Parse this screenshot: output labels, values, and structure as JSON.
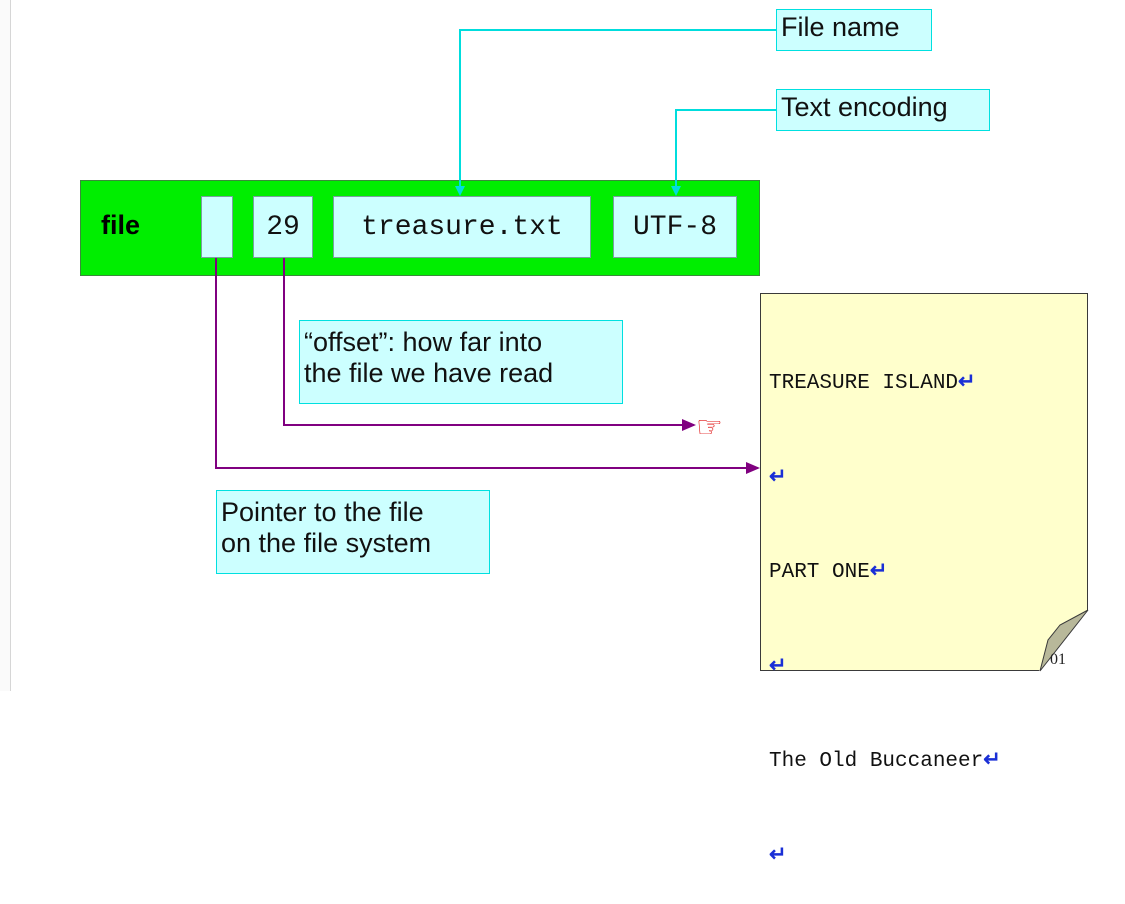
{
  "file_object": {
    "label": "file",
    "offset_value": "29",
    "file_name_value": "treasure.txt",
    "encoding_value": "UTF-8"
  },
  "callouts": {
    "file_name": "File name",
    "text_encoding": "Text encoding",
    "offset_line1": "“offset”: how far into",
    "offset_line2": "the file we have read",
    "pointer_line1": "Pointer to the file",
    "pointer_line2": "on the file system"
  },
  "text_file": {
    "lines": [
      "TREASURE ISLAND",
      "",
      "PART ONE",
      "",
      "The Old Buccaneer",
      ""
    ],
    "newline_glyph": "↵"
  },
  "page_number": "01",
  "colors": {
    "object_fill": "#00ee00",
    "field_fill": "#ccffff",
    "callout_arrow": "#00dddd",
    "reference_arrow": "#800080",
    "file_fill": "#ffffcc",
    "hand": "#e01010"
  },
  "icons": {
    "read_position": "pointing-hand-icon",
    "newline": "return-arrow-icon"
  }
}
